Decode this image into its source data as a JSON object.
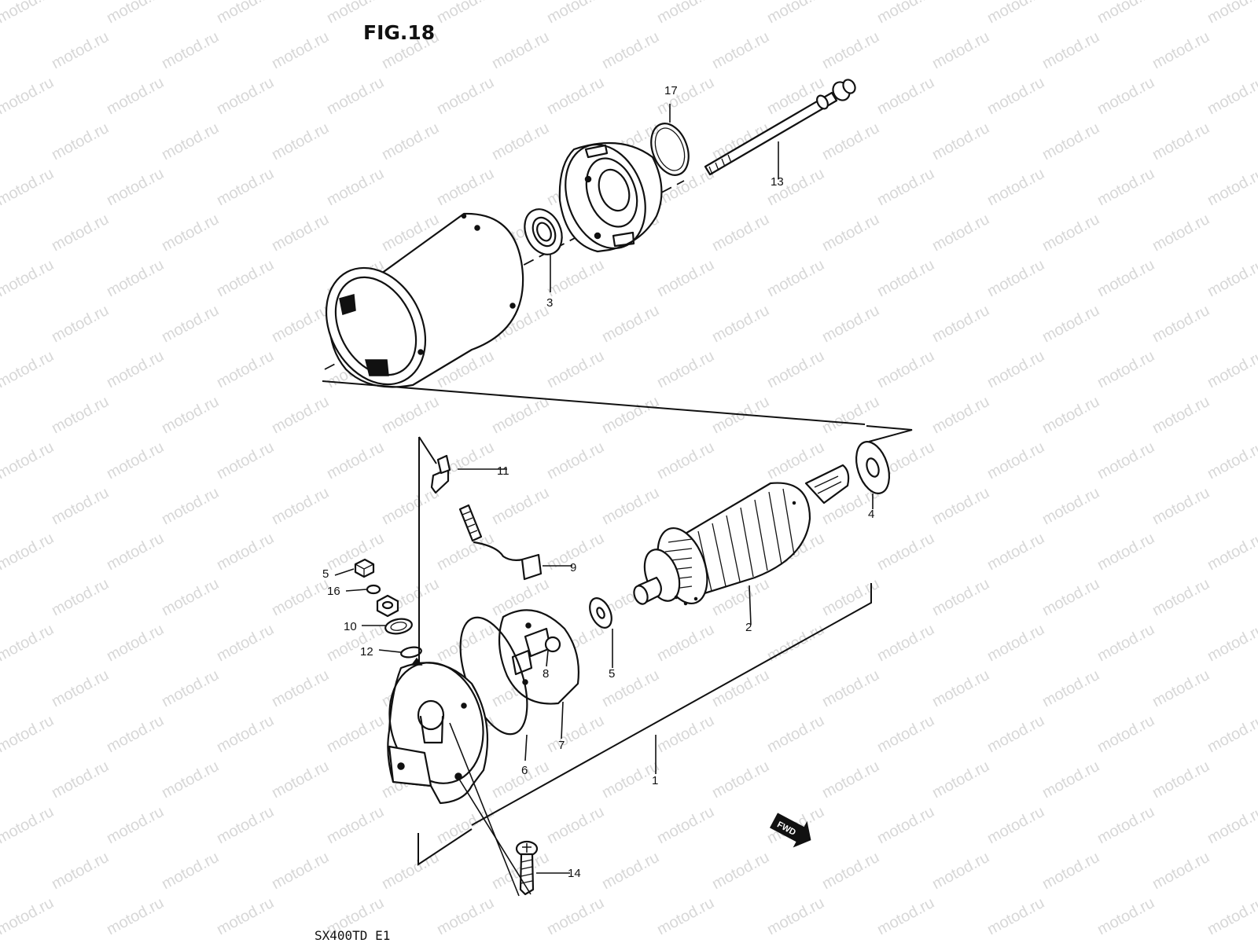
{
  "figure": {
    "title": "FIG.18",
    "model_code": "SX400TD E1",
    "forward_marker": "FWD"
  },
  "watermark": {
    "text": "motod.ru"
  },
  "callouts": {
    "c1": "1",
    "c2": "2",
    "c3": "3",
    "c4": "4",
    "c5a": "5",
    "c5b": "5",
    "c6": "6",
    "c7": "7",
    "c8": "8",
    "c9": "9",
    "c10": "10",
    "c11": "11",
    "c12": "12",
    "c13": "13",
    "c14": "14",
    "c16": "16",
    "c17": "17"
  },
  "colors": {
    "ink": "#111111",
    "paper": "#ffffff",
    "watermark": "#b8b8b8"
  }
}
